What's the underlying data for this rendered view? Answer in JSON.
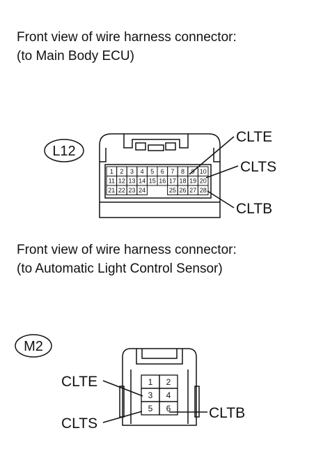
{
  "captions": [
    {
      "line1": "Front view of wire harness connector:",
      "line2": "(to Main Body ECU)"
    },
    {
      "line1": "Front view of wire harness connector:",
      "line2": "(to Automatic Light Control Sensor)"
    }
  ],
  "connector_l12": {
    "tag": "L12",
    "rows": [
      [
        "1",
        "2",
        "3",
        "4",
        "5",
        "6",
        "7",
        "8",
        "9",
        "10"
      ],
      [
        "11",
        "12",
        "13",
        "14",
        "15",
        "16",
        "17",
        "18",
        "19",
        "20"
      ],
      [
        "21",
        "22",
        "23",
        "24",
        "",
        "",
        "25",
        "26",
        "27",
        "28"
      ]
    ],
    "labels": {
      "a": "CLTE",
      "b": "CLTS",
      "c": "CLTB"
    }
  },
  "connector_m2": {
    "tag": "M2",
    "pins": [
      [
        "1",
        "2"
      ],
      [
        "3",
        "4"
      ],
      [
        "5",
        "6"
      ]
    ],
    "labels": {
      "a": "CLTE",
      "b": "CLTS",
      "c": "CLTB"
    }
  }
}
